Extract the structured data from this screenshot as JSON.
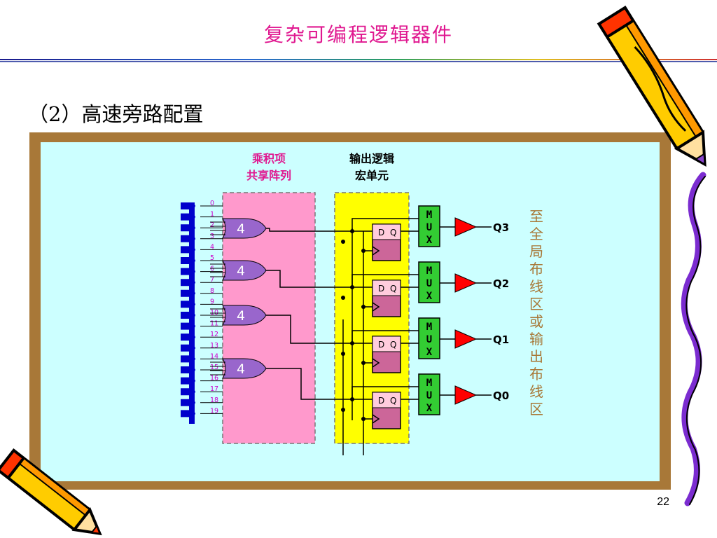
{
  "slide": {
    "title": "复杂可编程逻辑器件",
    "subtitle": "（2）高速旁路配置",
    "page_number": "22"
  },
  "diagram": {
    "product_term_label": [
      "乘积项",
      "共享阵列"
    ],
    "output_logic_label": [
      "输出逻辑",
      "宏单元"
    ],
    "input_numbers": [
      "0",
      "1",
      "2",
      "3",
      "4",
      "5",
      "6",
      "7",
      "8",
      "9",
      "10",
      "11",
      "12",
      "13",
      "14",
      "15",
      "16",
      "17",
      "18",
      "19"
    ],
    "or_gate_label": "4",
    "flipflop_d": "D",
    "flipflop_q": "Q",
    "mux_letters": [
      "M",
      "U",
      "X"
    ],
    "outputs": [
      "Q3",
      "Q2",
      "Q1",
      "Q0"
    ],
    "side_label_chars": [
      "至",
      "全",
      "局",
      "布",
      "线",
      "区",
      "或",
      "输",
      "出",
      "布",
      "线",
      "区"
    ]
  },
  "colors": {
    "title": "#e01890",
    "frame": "#a87838",
    "panel": "#ccffff",
    "pink_region": "#ff99cc",
    "yellow_region": "#ffff00",
    "input_bus": "#0000cc",
    "input_number": "#cc00cc",
    "or_gate": "#9966cc",
    "flipflop": "#cc6699",
    "mux": "#33cc33",
    "buffer": "#ff0000",
    "side_label": "#a87838",
    "region_header": "#e01890"
  },
  "icons": [
    "pencil-icon-top-right",
    "pencil-icon-bottom-left",
    "squiggle-line"
  ]
}
